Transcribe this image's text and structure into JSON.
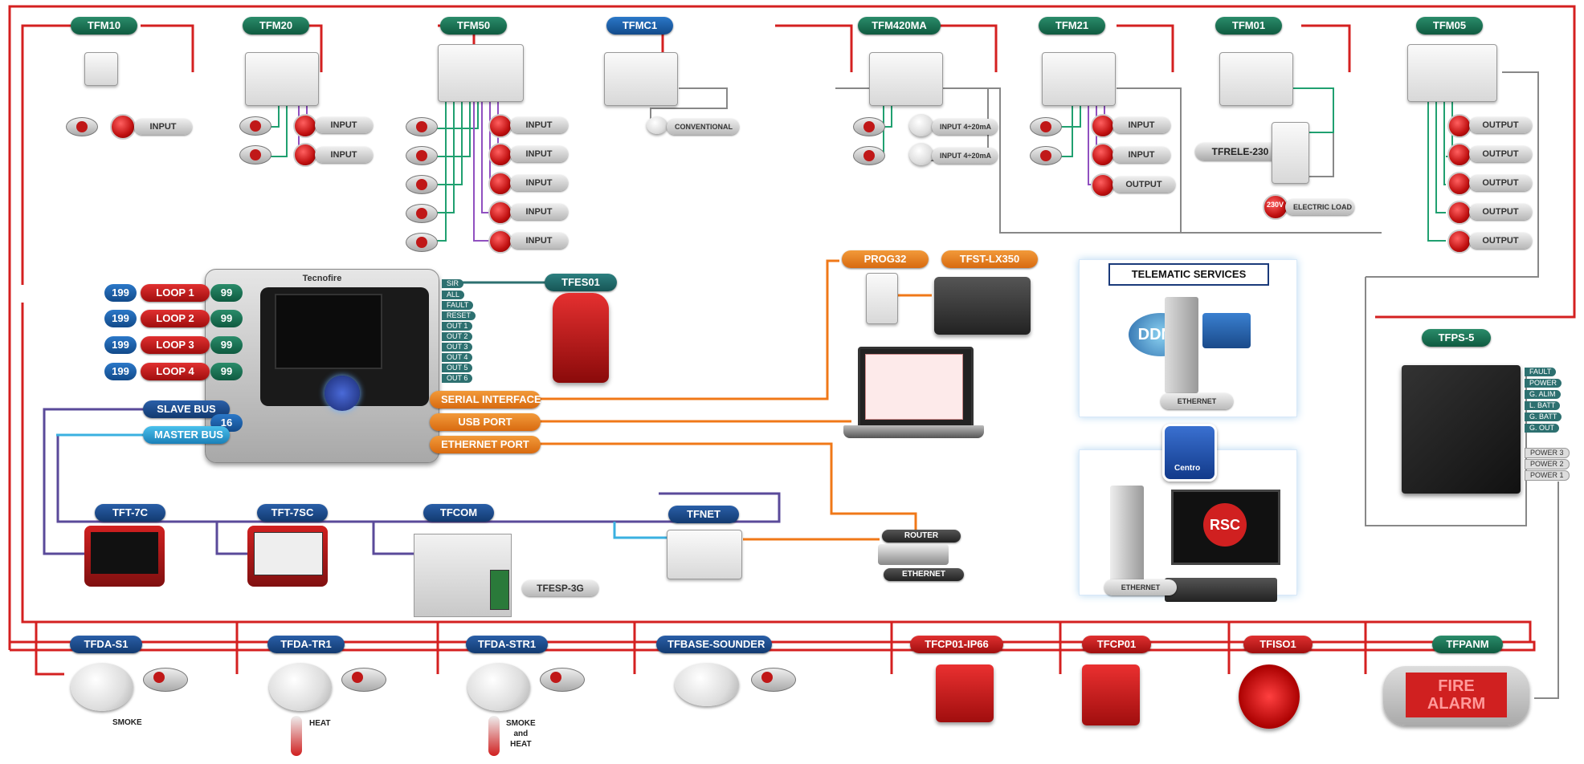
{
  "modules_top": [
    {
      "name": "TFM10",
      "style": "green"
    },
    {
      "name": "TFM20",
      "style": "green"
    },
    {
      "name": "TFM50",
      "style": "green"
    },
    {
      "name": "TFMC1",
      "style": "blue"
    },
    {
      "name": "TFM420MA",
      "style": "green"
    },
    {
      "name": "TFM21",
      "style": "green"
    },
    {
      "name": "TFM01",
      "style": "green"
    },
    {
      "name": "TFM05",
      "style": "green"
    }
  ],
  "io_labels": {
    "input": "INPUT",
    "output": "OUTPUT",
    "conventional": "CONVENTIONAL",
    "input_420": "INPUT 4÷20mA",
    "electric_load": "ELECTRIC LOAD",
    "v230": "230V",
    "tfrele": "TFRELE-230"
  },
  "panel": {
    "brand": "Tecnofire",
    "loops": [
      {
        "left": "199",
        "label": "LOOP 1",
        "right": "99"
      },
      {
        "left": "199",
        "label": "LOOP 2",
        "right": "99"
      },
      {
        "left": "199",
        "label": "LOOP 3",
        "right": "99"
      },
      {
        "left": "199",
        "label": "LOOP 4",
        "right": "99"
      }
    ],
    "slave_bus": "SLAVE BUS",
    "master_bus": "MASTER BUS",
    "slave_count": "16",
    "outputs": [
      "SIR",
      "ALL",
      "FAULT",
      "RESET",
      "OUT 1",
      "OUT 2",
      "OUT 3",
      "OUT 4",
      "OUT 5",
      "OUT 6"
    ],
    "ports": [
      "SERIAL INTERFACE",
      "USB PORT",
      "ETHERNET PORT"
    ]
  },
  "tfes01": "TFES01",
  "prog32": "PROG32",
  "tfst": "TFST-LX350",
  "telematic": {
    "title": "TELEMATIC SERVICES",
    "ddns": "DDNS",
    "ethernet": "ETHERNET"
  },
  "centro": {
    "label": "Centro",
    "rsc": "RSC",
    "ethernet": "ETHERNET"
  },
  "router": {
    "label": "ROUTER",
    "ethernet": "ETHERNET"
  },
  "bottom_devices": [
    {
      "name": "TFT-7C",
      "style": "navy"
    },
    {
      "name": "TFT-7SC",
      "style": "navy"
    },
    {
      "name": "TFCOM",
      "style": "navy"
    },
    {
      "name": "TFNET",
      "style": "navy"
    }
  ],
  "tfesp": "TFESP-3G",
  "tfps": {
    "name": "TFPS-5",
    "outputs": [
      "FAULT",
      "POWER",
      "G. ALIM",
      "L. BATT",
      "G. BATT",
      "G. OUT"
    ],
    "power": [
      "POWER 3",
      "POWER 2",
      "POWER 1"
    ]
  },
  "detectors": [
    {
      "name": "TFDA-S1",
      "caption": "SMOKE"
    },
    {
      "name": "TFDA-TR1",
      "caption": "HEAT"
    },
    {
      "name": "TFDA-STR1",
      "caption": "SMOKE\nand\nHEAT"
    },
    {
      "name": "TFBASE-SOUNDER",
      "caption": ""
    },
    {
      "name": "TFCP01-IP66",
      "caption": ""
    },
    {
      "name": "TFCP01",
      "caption": ""
    },
    {
      "name": "TFISO1",
      "caption": ""
    },
    {
      "name": "TFPANM",
      "caption": ""
    }
  ],
  "fire_alarm_text": [
    "FIRE",
    "ALARM"
  ],
  "colors": {
    "loop": "#d42020",
    "serial": "#f07818",
    "slave": "#5a4a9a",
    "master": "#3ab0e0",
    "grey": "#888888",
    "green": "#20a070",
    "purple": "#9050c0"
  }
}
